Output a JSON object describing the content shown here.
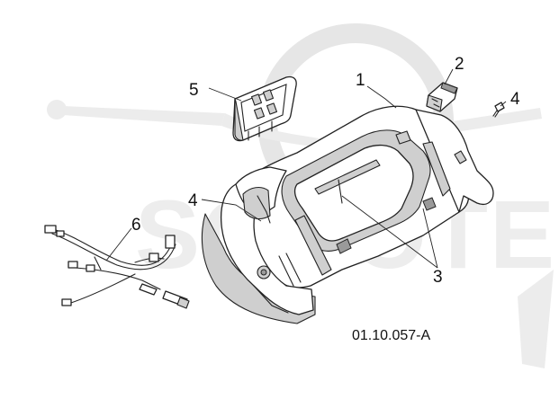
{
  "diagram": {
    "drawing_code": "01.10.057-A",
    "callouts": [
      {
        "id": "c1",
        "label": "1"
      },
      {
        "id": "c2",
        "label": "2"
      },
      {
        "id": "c3",
        "label": "3"
      },
      {
        "id": "c4a",
        "label": "4"
      },
      {
        "id": "c4b",
        "label": "4"
      },
      {
        "id": "c5",
        "label": "5"
      },
      {
        "id": "c6",
        "label": "6"
      }
    ]
  },
  "watermark": {
    "text": "SCOOTERS",
    "color": "#ececec"
  },
  "colors": {
    "line": "#222222",
    "shade": "#cfcfcf",
    "background": "#ffffff"
  }
}
